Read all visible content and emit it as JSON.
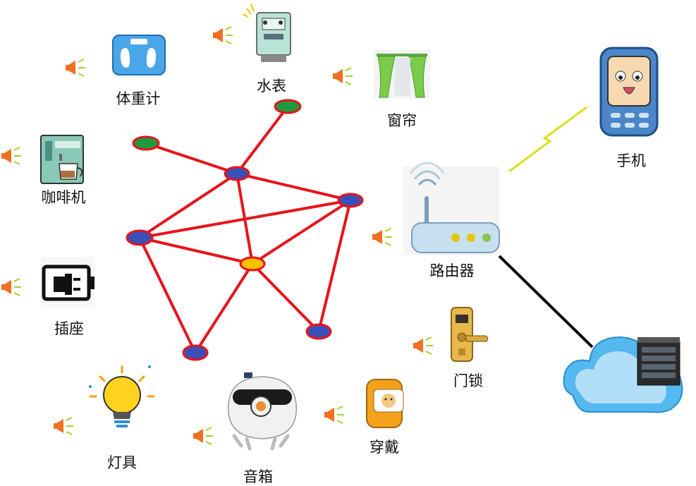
{
  "devices": {
    "scale": "体重计",
    "water_meter": "水表",
    "curtain": "窗帘",
    "phone": "手机",
    "coffee": "咖啡机",
    "router": "路由器",
    "socket": "插座",
    "lock": "门锁",
    "lamp": "灯具",
    "speaker": "音箱",
    "wearable": "穿戴"
  },
  "colors": {
    "mesh_link": "#e8131b",
    "mesh_node_fill": "#3b4fb8",
    "mesh_leaf_fill": "#1e9a3e",
    "mesh_hub_fill": "#f5c200",
    "uplink": "#000000",
    "wireless": "#d8e020",
    "cloud": "#55b8ef",
    "signal_horn": "#f07020"
  },
  "icons": [
    "scale-icon",
    "water-meter-icon",
    "curtain-icon",
    "phone-icon",
    "coffee-machine-icon",
    "router-icon",
    "socket-icon",
    "door-lock-icon",
    "lamp-icon",
    "speaker-icon",
    "wearable-icon",
    "cloud-server-icon",
    "signal-horn-icon"
  ]
}
